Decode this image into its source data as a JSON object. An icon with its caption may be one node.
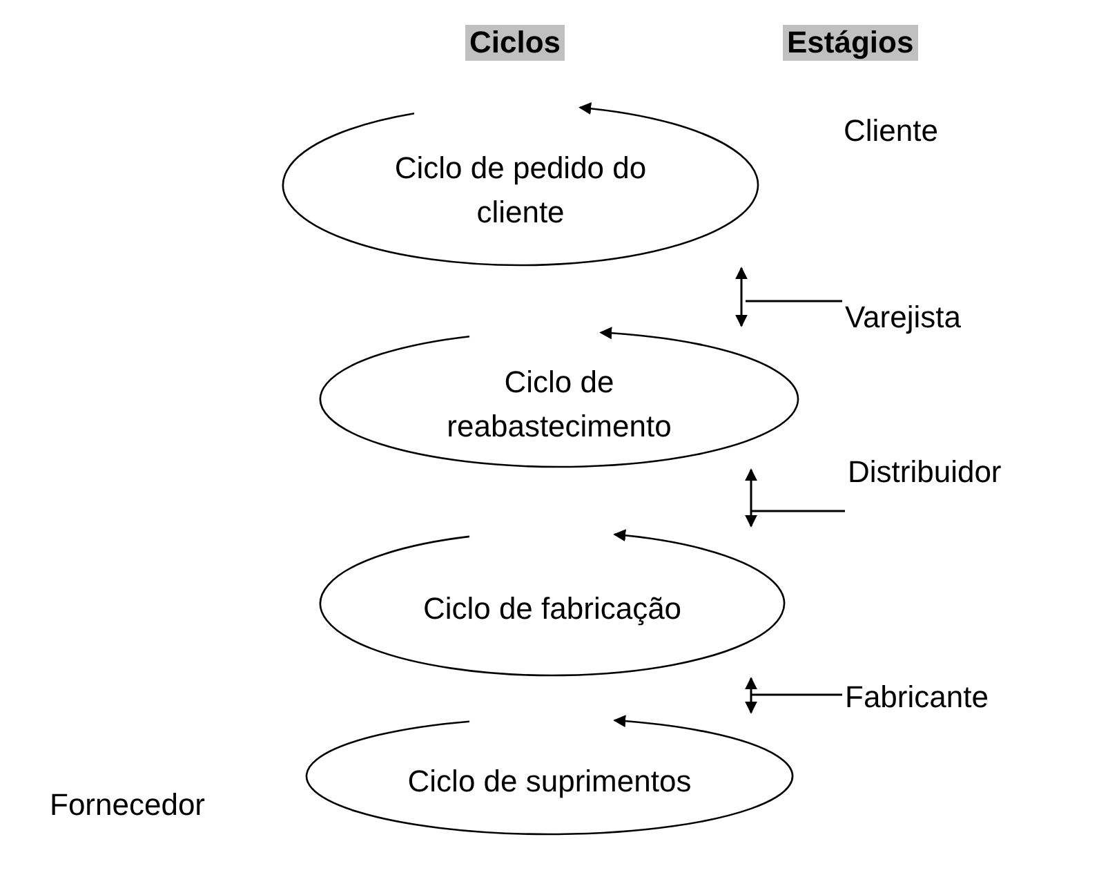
{
  "diagram": {
    "nodes": [
      {
        "text": [
          "Ciclo de pedido do cliente"
        ]
      },
      {
        "text": [
          "Ciclo de reabastecimento"
        ]
      },
      {
        "text": [
          "Ciclo de fabricação"
        ]
      },
      {
        "text": [
          "Ciclo de suprimentos"
        ]
      },
      {
        "text": [
          "Cliente"
        ]
      },
      {
        "text": [
          "Varejista"
        ]
      },
      {
        "text": [
          "Distribuidor"
        ]
      },
      {
        "text": [
          "Fabricante"
        ]
      },
      {
        "text": [
          "Fornecedor"
        ]
      }
    ],
    "edges": [
      {
        "from": 0,
        "to": 1,
        "arrow": "both"
      },
      {
        "from": 1,
        "to": 2,
        "arrow": "both"
      },
      {
        "from": 2,
        "to": 3,
        "arrow": "both"
      },
      {
        "from": 5,
        "to": null,
        "arrow": "none"
      },
      {
        "from": 6,
        "to": null,
        "arrow": "none"
      },
      {
        "from": 7,
        "to": null,
        "arrow": "none"
      }
    ],
    "labels": [
      "Ciclos",
      "Estágios"
    ]
  }
}
